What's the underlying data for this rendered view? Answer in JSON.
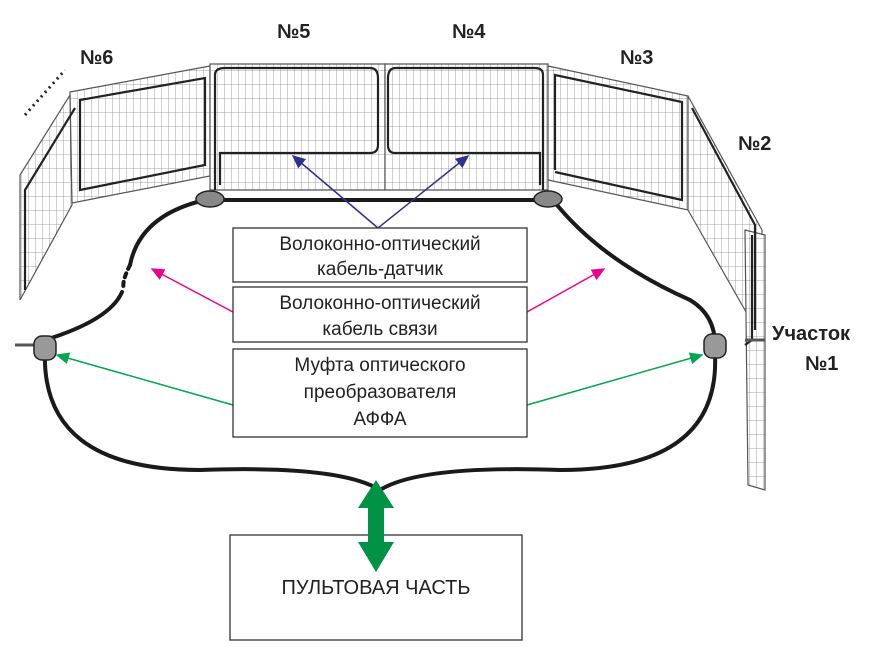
{
  "sections": {
    "s6": "№6",
    "s5": "№5",
    "s4": "№4",
    "s3": "№3",
    "s2": "№2",
    "s1_line1": "Участок",
    "s1_line2": "№1"
  },
  "callouts": {
    "sensor_cable": [
      "Волоконно-оптический",
      "кабель-датчик"
    ],
    "comm_cable": [
      "Волоконно-оптический",
      "кабель связи"
    ],
    "coupling": [
      "Муфта оптического",
      "преобразователя",
      "АФФА"
    ]
  },
  "control_unit": "ПУЛЬТОВАЯ ЧАСТЬ",
  "colors": {
    "sensor_arrow": "#2e3192",
    "comm_arrow": "#ec008c",
    "coupling_arrow": "#00a651",
    "double_arrow": "#009245"
  }
}
